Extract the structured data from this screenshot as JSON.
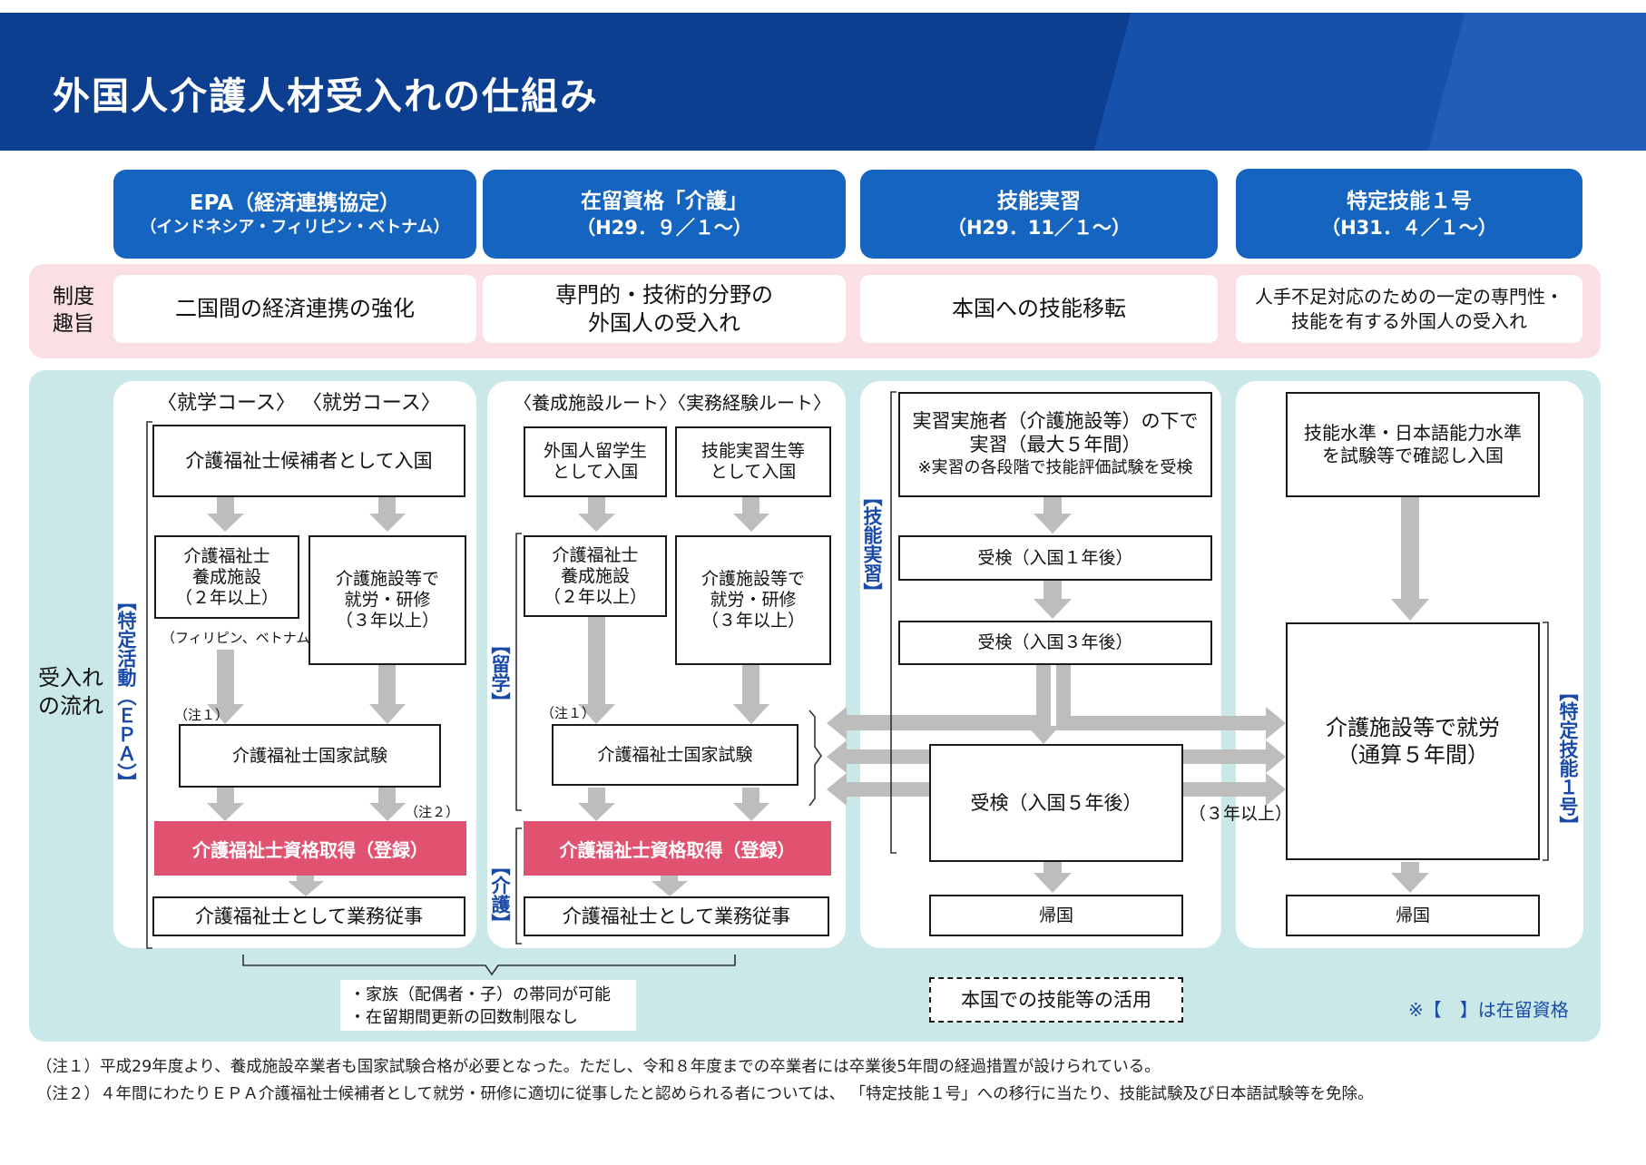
{
  "title": "外国人介護人材受入れの仕組み",
  "columns": [
    {
      "title": "EPA（経済連携協定）",
      "subtitle": "（インドネシア・フィリピン・ベトナム）"
    },
    {
      "title": "在留資格「介護」",
      "subtitle": "（H29．９／１～）"
    },
    {
      "title": "技能実習",
      "subtitle": "（H29．11／１～）"
    },
    {
      "title": "特定技能１号",
      "subtitle": "（H31．４／１～）"
    }
  ],
  "purpose": {
    "label": "制度\n趣旨",
    "items": [
      "二国間の経済連携の強化",
      "専門的・技術的分野の\n外国人の受入れ",
      "本国への技能移転",
      "人手不足対応のための一定の専門性・\n技能を有する外国人の受入れ"
    ]
  },
  "flow_label": "受入れ\nの流れ",
  "epa": {
    "route_labels": "〈就学コース〉 〈就労コース〉",
    "entry": "介護福祉士候補者として入国",
    "school": "介護福祉士\n養成施設\n（２年以上）",
    "school_note": "（フィリピン、ベトナム）",
    "work": "介護施設等で\n就労・研修\n（３年以上）",
    "note1": "（注１）",
    "note2": "（注２）",
    "exam": "介護福祉士国家試験",
    "cert": "介護福祉士資格取得（登録）",
    "job": "介護福祉士として業務従事",
    "status": "【特定活動（ＥＰＡ）】"
  },
  "kaigo": {
    "route_labels": "〈養成施設ルート〉〈実務経験ルート〉",
    "entry_student": "外国人留学生\nとして入国",
    "entry_trainee": "技能実習生等\nとして入国",
    "school": "介護福祉士\n養成施設\n（２年以上）",
    "work": "介護施設等で\n就労・研修\n（３年以上）",
    "note1": "（注１）",
    "exam": "介護福祉士国家試験",
    "cert": "介護福祉士資格取得（登録）",
    "job": "介護福祉士として業務従事",
    "status_study": "【留学】",
    "status_care": "【介護】"
  },
  "trainee": {
    "status": "【技能実習】",
    "main": "実習実施者（介護施設等）の下で\n実習（最大５年間）",
    "main_note": "※実習の各段階で技能評価試験を受検",
    "exam1": "受検（入国１年後）",
    "exam3": "受検（入国３年後）",
    "exam5": "受検（入国５年後）",
    "return": "帰国",
    "three_years": "（３年以上）"
  },
  "ssw": {
    "status": "【特定技能１号】",
    "entry": "技能水準・日本語能力水準\nを試験等で確認し入国",
    "work": "介護施設等で就労\n（通算５年間）",
    "return": "帰国"
  },
  "family_notes": [
    "・家族（配偶者・子）の帯同が可能",
    "・在留期間更新の回数制限なし"
  ],
  "home_use": "本国での技能等の活用",
  "legend": "※【　】は在留資格",
  "footnotes": [
    "（注１）平成29年度より、養成施設卒業者も国家試験合格が必要となった。ただし、令和８年度までの卒業者には卒業後5年間の経過措置が設けられている。",
    "（注２）４年間にわたりＥＰＡ介護福祉士候補者として就労・研修に適切に従事したと認められる者については、 「特定技能１号」への移行に当たり、技能試験及び日本語試験等を免除。"
  ],
  "colors": {
    "header": "#0c3f8f",
    "column_head": "#1565c0",
    "purpose_band": "#fbe0e3",
    "flow_band": "#cbe8e8",
    "cert": "#e05270",
    "arrow": "#bdbdbd",
    "status_text": "#1a4aa8"
  }
}
